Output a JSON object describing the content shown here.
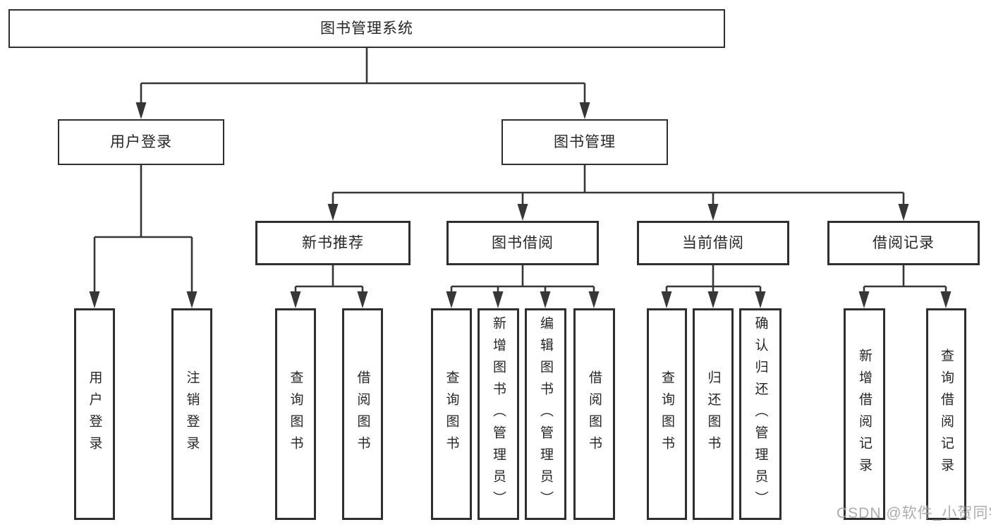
{
  "diagram": {
    "root": {
      "label": "图书管理系统"
    },
    "level1": [
      {
        "label": "用户登录"
      },
      {
        "label": "图书管理"
      }
    ],
    "level2": [
      {
        "label": "新书推荐",
        "parent": "图书管理"
      },
      {
        "label": "图书借阅",
        "parent": "图书管理"
      },
      {
        "label": "当前借阅",
        "parent": "图书管理"
      },
      {
        "label": "借阅记录",
        "parent": "图书管理"
      }
    ],
    "leaves": [
      {
        "label": "用户登录",
        "parent": "用户登录"
      },
      {
        "label": "注销登录",
        "parent": "用户登录"
      },
      {
        "label": "查询图书",
        "parent": "新书推荐"
      },
      {
        "label": "借阅图书",
        "parent": "新书推荐"
      },
      {
        "label": "查询图书",
        "parent": "图书借阅"
      },
      {
        "label": "新增图书（管理员）",
        "parent": "图书借阅"
      },
      {
        "label": "编辑图书（管理员）",
        "parent": "图书借阅"
      },
      {
        "label": "借阅图书",
        "parent": "图书借阅"
      },
      {
        "label": "查询图书",
        "parent": "当前借阅"
      },
      {
        "label": "归还图书",
        "parent": "当前借阅"
      },
      {
        "label": "确认归还（管理员）",
        "parent": "当前借阅"
      },
      {
        "label": "新增借阅记录",
        "parent": "借阅记录"
      },
      {
        "label": "查询借阅记录",
        "parent": "借阅记录"
      }
    ]
  },
  "watermark": {
    "text": "CSDN @软件_小贺同学"
  },
  "colors": {
    "line": "#373737",
    "box_border": "#2f2f2f",
    "text": "#262626",
    "watermark": "#a6a6a6",
    "background": "#ffffff"
  }
}
